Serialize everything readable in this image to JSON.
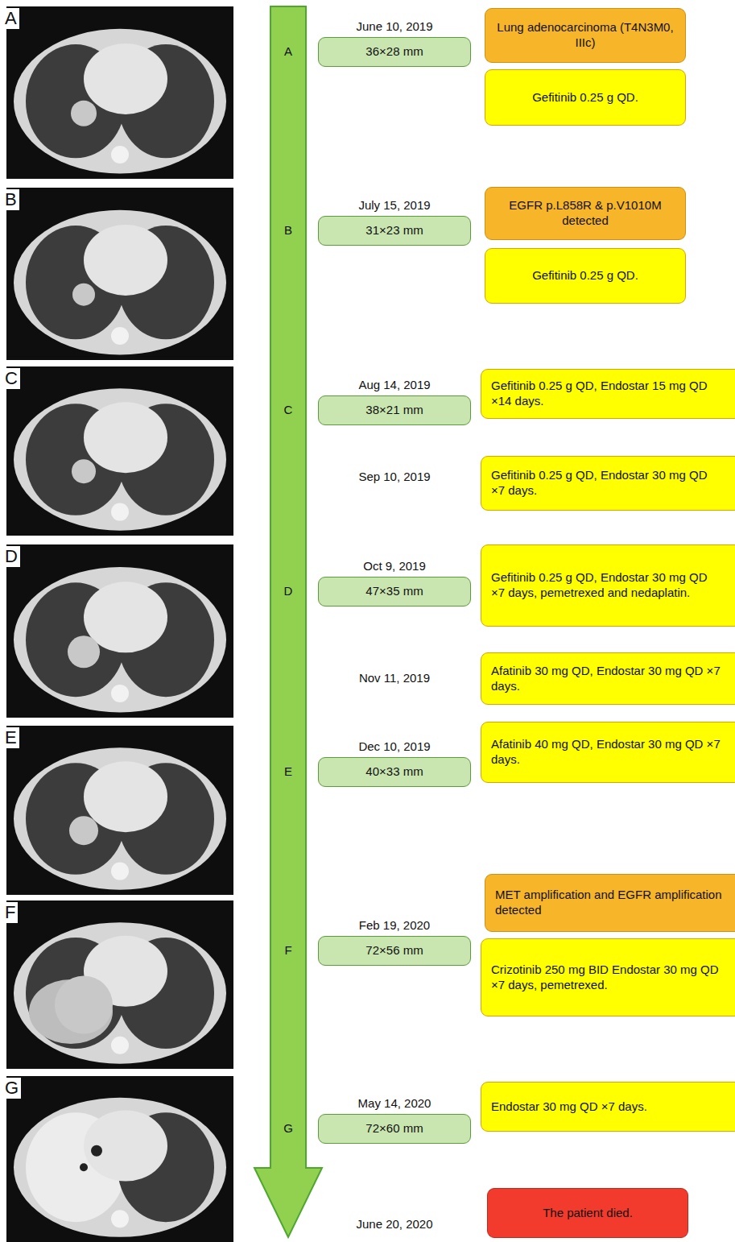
{
  "diagram": {
    "nodes": [
      {
        "text": [
          "36×28 mm"
        ]
      },
      {
        "text": [
          "Lung adenocarcinoma (T4N3M0, IIIc)"
        ]
      },
      {
        "text": [
          "Gefitinib 0.25 g QD."
        ]
      },
      {
        "text": [
          "31×23 mm"
        ]
      },
      {
        "text": [
          "EGFR p.L858R & p.V1010M detected"
        ]
      },
      {
        "text": [
          "Gefitinib 0.25 g QD."
        ]
      },
      {
        "text": [
          "38×21 mm"
        ]
      },
      {
        "text": [
          "Gefitinib 0.25 g QD, Endostar 15 mg QD ×14 days."
        ]
      },
      {
        "text": [
          "Gefitinib 0.25 g QD, Endostar 30 mg QD ×7 days."
        ]
      },
      {
        "text": [
          "47×35 mm"
        ]
      },
      {
        "text": [
          "Gefitinib 0.25 g QD, Endostar 30 mg QD ×7 days, pemetrexed and nedaplatin."
        ]
      },
      {
        "text": [
          "Afatinib 30 mg QD, Endostar 30 mg QD ×7 days."
        ]
      },
      {
        "text": [
          "40×33 mm"
        ]
      },
      {
        "text": [
          "Afatinib 40 mg QD, Endostar 30 mg QD ×7 days."
        ]
      },
      {
        "text": [
          "72×56 mm"
        ]
      },
      {
        "text": [
          "MET amplification and EGFR amplification detected"
        ]
      },
      {
        "text": [
          "Crizotinib 250 mg BID Endostar 30 mg QD ×7 days, pemetrexed."
        ]
      },
      {
        "text": [
          "72×60 mm"
        ]
      },
      {
        "text": [
          "Endostar 30 mg QD ×7 days."
        ]
      },
      {
        "text": [
          "The patient died."
        ]
      }
    ],
    "labels": [
      "A",
      "B",
      "C",
      "D",
      "E",
      "F",
      "G",
      "A",
      "B",
      "C",
      "D",
      "E",
      "F",
      "G",
      "June 10, 2019",
      "July 15, 2019",
      "Aug 14, 2019",
      "Sep 10, 2019",
      "Oct 9, 2019",
      "Nov 11, 2019",
      "Dec 10, 2019",
      "Feb 19, 2020",
      "May 14, 2020",
      "June 20, 2020"
    ]
  }
}
